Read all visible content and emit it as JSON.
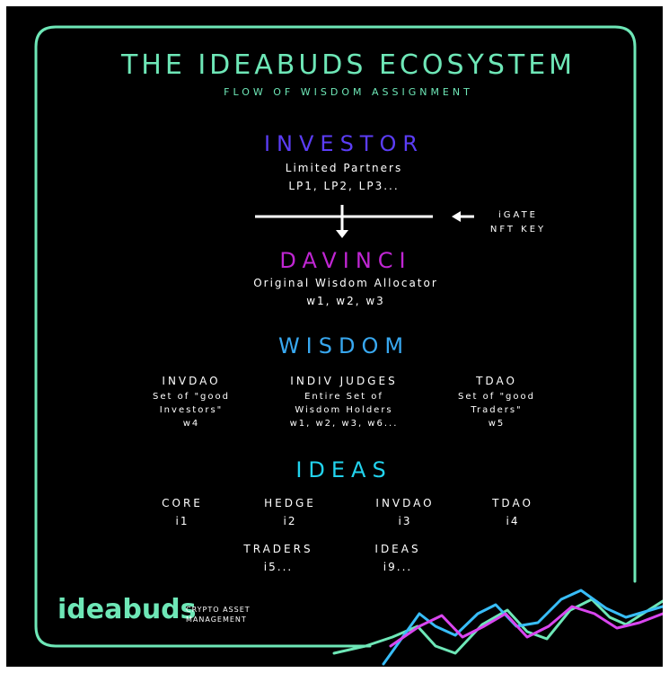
{
  "colors": {
    "background": "#000000",
    "frame": "#6ee7b7",
    "title": "#6ee7b7",
    "investor": "#5b3df5",
    "davinci": "#c026d3",
    "wisdom": "#38a8f0",
    "ideas": "#22d3ee",
    "text": "#ffffff",
    "wave_green": "#6ee7b7",
    "wave_blue": "#38bdf8",
    "wave_pink": "#d946ef"
  },
  "header": {
    "title": "THE IDEABUDS ECOSYSTEM",
    "subtitle": "FLOW OF WISDOM ASSIGNMENT"
  },
  "investor": {
    "heading": "INVESTOR",
    "line1": "Limited Partners",
    "line2": "LP1, LP2, LP3..."
  },
  "igate": {
    "line1": "iGATE",
    "line2": "NFT KEY"
  },
  "davinci": {
    "heading": "DAVINCI",
    "line1": "Original Wisdom Allocator",
    "line2": "w1, w2, w3"
  },
  "wisdom": {
    "heading": "WISDOM",
    "columns": [
      {
        "title": "INVDAO",
        "lines": [
          "Set of \"good",
          "Investors\"",
          "w4"
        ]
      },
      {
        "title": "INDIV JUDGES",
        "lines": [
          "Entire Set of",
          "Wisdom Holders",
          "w1, w2, w3, w6..."
        ]
      },
      {
        "title": "TDAO",
        "lines": [
          "Set of \"good",
          "Traders\"",
          "w5"
        ]
      }
    ]
  },
  "ideas": {
    "heading": "IDEAS",
    "row1": [
      {
        "title": "CORE",
        "code": "i1"
      },
      {
        "title": "HEDGE",
        "code": "i2"
      },
      {
        "title": "INVDAO",
        "code": "i3"
      },
      {
        "title": "TDAO",
        "code": "i4"
      }
    ],
    "row2": [
      {
        "title": "TRADERS",
        "code": "i5..."
      },
      {
        "title": "IDEAS",
        "code": "i9..."
      }
    ]
  },
  "footer": {
    "logo": "ideabuds",
    "tag_line1": "CRYPTO ASSET",
    "tag_line2": "MANAGEMENT"
  }
}
